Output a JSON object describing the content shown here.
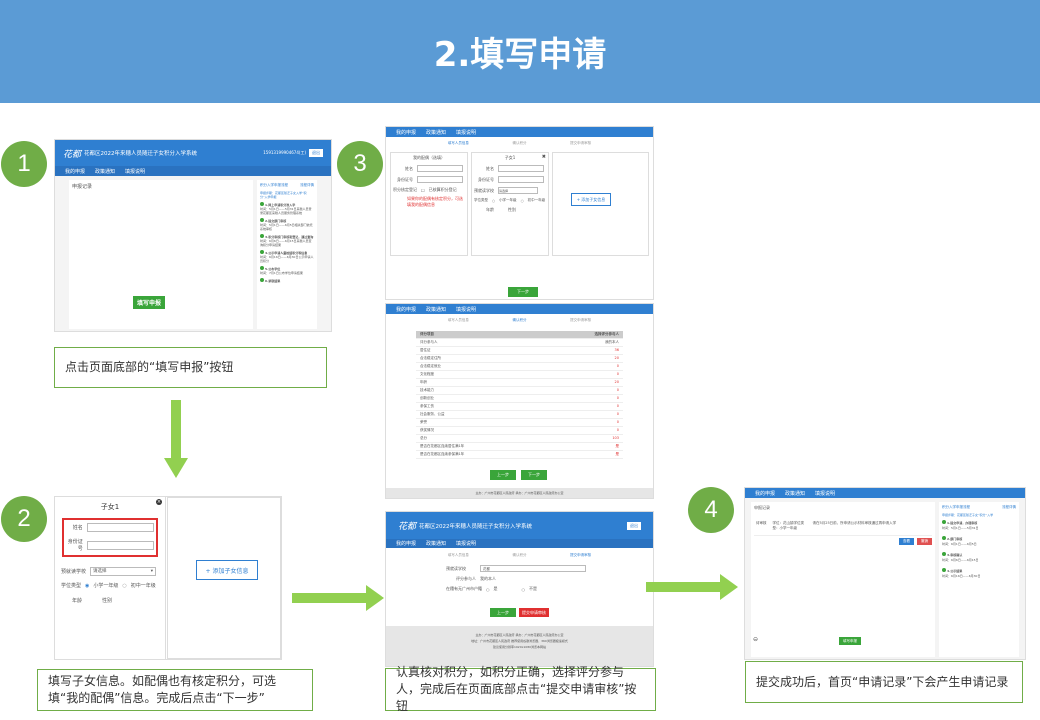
{
  "banner": {
    "title": "2.填写申请"
  },
  "steps": {
    "s1": "1",
    "s2": "2",
    "s3": "3",
    "s4": "4"
  },
  "captions": {
    "c1": "点击页面底部的“填写申报”按钮",
    "c2": "填写子女信息。如配偶也有核定积分，可选填“我的配偶”信息。完成后点击“下一步”",
    "c3": "认真核对积分，如积分正确，选择评分参与人，完成后在页面底部点击“提交申请审核”按钮",
    "c4": "提交成功后，首页“申请记录”下会产生申请记录"
  },
  "shot1": {
    "site_title": "花都区2022年来穗人员随迁子女积分入学系统",
    "phone": "15913199904674(工)",
    "logout": "退出",
    "nav": [
      "我的申报",
      "政策通知",
      "填报说明"
    ],
    "left_heading": "申报记录",
    "right_heading": "积分入学申报流程",
    "right_link": "流程详情",
    "notice": "申报步骤：花都区随迁子女入学“积分”入学申报",
    "timeline": [
      {
        "title": "1.网上申请积分准入学",
        "text": "时间：5月1日——5月31日来穗人员登录花都区来穗人员服务管理系统"
      },
      {
        "title": "2.提交部门审核",
        "text": "时间：5月1日——6月5日相关部门依托系统审核"
      },
      {
        "title": "3.积分审核门审核和登记，通过查询",
        "text": "时间：6月6日——6月15日来穗人员查询积分申请结果"
      },
      {
        "title": "4.公示申请人量校结积分等信息",
        "text": "时间：6月16日——6月30日公示申请人员积分"
      },
      {
        "title": "5.公布学位",
        "text": "时间：7月1日公布学位申请结果"
      },
      {
        "title": "6.录取结果",
        "text": ""
      }
    ],
    "fill_btn": "填写申报"
  },
  "shot2": {
    "header": "子女1",
    "name_label": "姓名",
    "id_label": "身份证号",
    "school_label": "预就读学校",
    "school_value": "请选择",
    "stage_label": "学位类型",
    "stage_opt1": "小学一年级",
    "stage_opt2": "初中一年级",
    "age_label": "年龄",
    "gender_label": "性别",
    "add_btn": "+ 添加子女信息"
  },
  "shot3a": {
    "nav": [
      "我的申报",
      "政策通知",
      "填报说明"
    ],
    "steps": [
      "填写人员信息",
      "确认积分",
      "提交申请审核"
    ],
    "spouse_title": "我的配偶（选填）",
    "child_title": "子女1",
    "name_label": "姓名",
    "id_label": "身份证号",
    "school_label": "预就读学校",
    "stage_label": "学位类型",
    "spouse_note_label": "积分核定登记",
    "spouse_check": "已核算积分登记",
    "red_note": "如果你的配偶有核定积分，可选填我的配偶信息",
    "school_value": "请选择",
    "stage1": "小学一年级",
    "stage2": "初中一年级",
    "age": "年龄",
    "gender": "性别",
    "add_btn": "+ 添加子女信息",
    "next_btn": "下一步"
  },
  "shot3b": {
    "nav": [
      "我的申报",
      "政策通知",
      "填报说明"
    ],
    "steps": [
      "填写人员信息",
      "确认积分",
      "提交申请审核"
    ],
    "col1": "评分项目",
    "col2": "选择评分参与人",
    "rows": [
      {
        "k": "评分参与人",
        "v": "我的本人"
      },
      {
        "k": "居住证",
        "v": "36"
      },
      {
        "k": "合法稳定住所",
        "v": "20"
      },
      {
        "k": "合法稳定就业",
        "v": "0"
      },
      {
        "k": "文化程度",
        "v": "0"
      },
      {
        "k": "年龄",
        "v": "20"
      },
      {
        "k": "技术能力",
        "v": "0"
      },
      {
        "k": "创新创业",
        "v": "0"
      },
      {
        "k": "参保工伤",
        "v": "0"
      },
      {
        "k": "社会服务、公益",
        "v": "0"
      },
      {
        "k": "荣誉",
        "v": "0"
      },
      {
        "k": "获奖情况",
        "v": "0"
      },
      {
        "k": "总分",
        "v": "103"
      },
      {
        "k": "是否在花都区连续居住满1年",
        "v": "是"
      },
      {
        "k": "是否在花都区连续参保满1年",
        "v": "是"
      }
    ],
    "prev_btn": "上一步",
    "next_btn": "下一步",
    "footer": "主办：广州市花都区人民政府  承办：广州市花都区人民政府办公室"
  },
  "shot3c": {
    "site_title": "花都区2022年来穗人员随迁子女积分入学系统",
    "logout": "退出",
    "nav": [
      "我的申报",
      "政策通知",
      "填报说明"
    ],
    "steps": [
      "填写人员信息",
      "确认积分",
      "提交申请审核"
    ],
    "school_label": "预就读学校",
    "school_value": "花都",
    "participant_label": "评分参与人",
    "participant_value": "我的本人",
    "stage_label": "在穗有无广州市户籍",
    "stage_opt1": "是",
    "stage_opt2": "不是",
    "prev_btn": "上一步",
    "submit_btn": "提交申请审核",
    "footer1": "主办：广州市花都区人民政府  承办：广州市花都区人民政府办公室",
    "footer2": "地址：广州市花都区人民政府  推荐使用谷歌浏览器、360浏览器极速模式",
    "footer3": "建议使用分辨率1920x1080浏览本网站"
  },
  "shot4": {
    "nav": [
      "我的申报",
      "政策通知",
      "填报说明"
    ],
    "left_heading": "申报记录",
    "right_heading": "积分入学申报流程",
    "right_link": "流程详情",
    "record_status": "待审核",
    "record_text": "学位：花山镇学位类型：小学一年级",
    "record_detail": "请在5月25日前，所申请公示材料审核通过再申请入学",
    "view_btn": "查看",
    "cancel_btn": "撤销",
    "notice": "申报步骤：花都区随迁子女“积分”入学",
    "timeline": [
      {
        "title": "1.提交申请，办理审核",
        "text": "时间：5月1日——5月31日"
      },
      {
        "title": "2.部门审核",
        "text": "时间：6月1日——6月5日"
      },
      {
        "title": "3.审核确认",
        "text": "时间：6月6日——6月15日"
      },
      {
        "title": "4.公示结果",
        "text": "时间：6月16日——6月30日"
      }
    ],
    "fill_btn": "填写申报"
  },
  "colors": {
    "banner": "#5b9bd5",
    "green": "#70ad47",
    "blue": "#2f7fd1"
  }
}
